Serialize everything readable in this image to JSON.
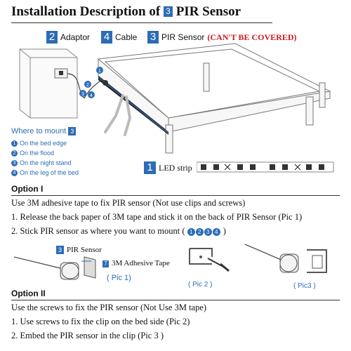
{
  "title": {
    "prefix": "Installation Description of",
    "num": "3",
    "suffix": "PIR Sensor"
  },
  "labels": {
    "adaptor": {
      "num": "2",
      "text": "Adaptor"
    },
    "cable": {
      "num": "4",
      "text": "Cable"
    },
    "pir": {
      "num": "3",
      "text": "PIR Sensor",
      "warning": "(CAN'T BE COVERED)"
    },
    "led": {
      "num": "1",
      "text": "LED strip"
    }
  },
  "where": {
    "heading": "Where to mount",
    "num": "3",
    "items": [
      {
        "n": "1",
        "text": "On the bed edge"
      },
      {
        "n": "2",
        "text": "On the flood"
      },
      {
        "n": "3",
        "text": "On the night stand"
      },
      {
        "n": "4",
        "text": "On the leg of the bed"
      }
    ]
  },
  "option1": {
    "heading": "Option I",
    "line1": "Use 3M adhesive tape to fix PIR sensor (Not use clips and screws)",
    "line2": "1. Release the back paper of 3M tape and stick it on the back of PIR Sensor (Pic 1)",
    "line3": "2. Stick PIR sensor as where you want to mount (",
    "line3_nums": [
      "1",
      "2",
      "3",
      "4"
    ],
    "line3_end": ")"
  },
  "pics": {
    "pir_label": {
      "num": "3",
      "text": "PIR Sensor"
    },
    "tape_label": {
      "num": "7",
      "text": "3M Adhesive Tape"
    },
    "pic1": "( Pic 1)",
    "pic2": "( Pic 2 )",
    "pic3": "( Pic3 )"
  },
  "option2": {
    "heading": "Option II",
    "line1": "Use the screws to fix the PIR sensor (Not Use 3M tape)",
    "line2": "1. Use screws to fix the clip on the bed side (Pic 2)",
    "line3": "2. Embed the PIR sensor in the clip (Pic 3 )"
  },
  "colors": {
    "accent": "#2d6cb5",
    "warning": "#d0181e"
  }
}
